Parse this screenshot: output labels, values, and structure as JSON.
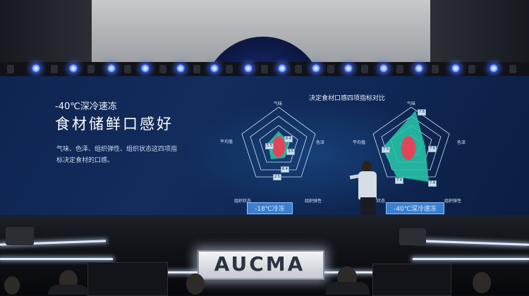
{
  "screen": {
    "temp_heading": "-40℃深冷速冻",
    "slogan": "食材储鲜口感好",
    "description_line1": "气味、色泽、组织弹性、组织状态这四项指",
    "description_line2": "标决定食材的口感。"
  },
  "radar": {
    "title": "决定食材口感四项指标对比",
    "axis_labels": [
      "气味",
      "色泽",
      "组织弹性",
      "组织状态",
      "平均值"
    ],
    "left_badge": "-18℃冷冻",
    "right_badge": "-40℃深冷速冻",
    "left_values": [
      "6.4",
      "3.5",
      "6.4",
      "2.5",
      "5.5"
    ],
    "right_values": [
      "7.6",
      "7.6",
      "7.4",
      "7.4",
      "7.5"
    ],
    "left_fill": "#27c4a6",
    "right_fill": "#27c4a6"
  },
  "brand": {
    "logo": "AUCMA"
  },
  "colors": {
    "spotlight": "#2f56ff",
    "screen": "#122c5c"
  }
}
